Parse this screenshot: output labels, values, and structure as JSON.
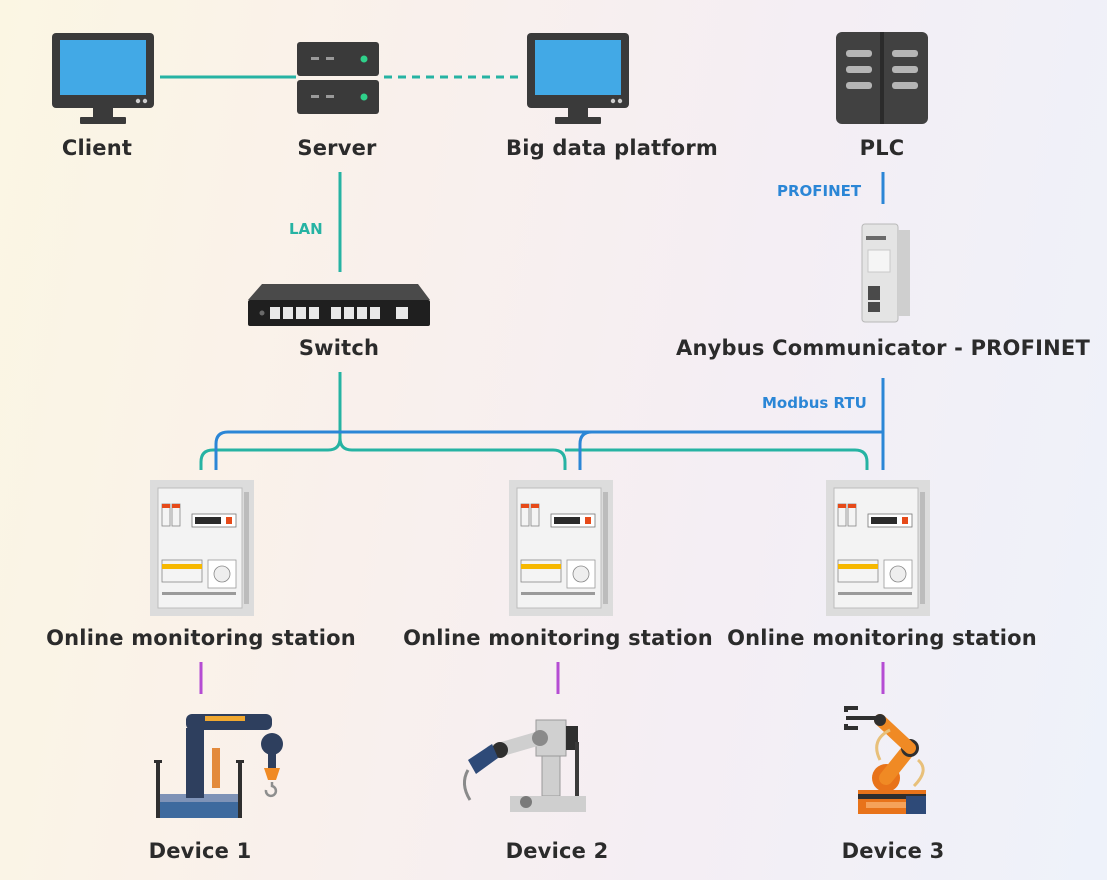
{
  "nodes": {
    "client": "Client",
    "server": "Server",
    "big_data": "Big data platform",
    "plc": "PLC",
    "switch": "Switch",
    "anybus": "Anybus Communicator - PROFINET",
    "stations": [
      "Online monitoring station",
      "Online monitoring station",
      "Online monitoring station"
    ],
    "devices": [
      "Device 1",
      "Device 2",
      "Device 3"
    ]
  },
  "links": {
    "lan": "LAN",
    "profinet": "PROFINET",
    "modbus": "Modbus RTU"
  },
  "colors": {
    "ethernet": "#26b3a3",
    "modbus": "#2b86d6",
    "device_link": "#b54cd3",
    "text": "#2b2b2b"
  }
}
